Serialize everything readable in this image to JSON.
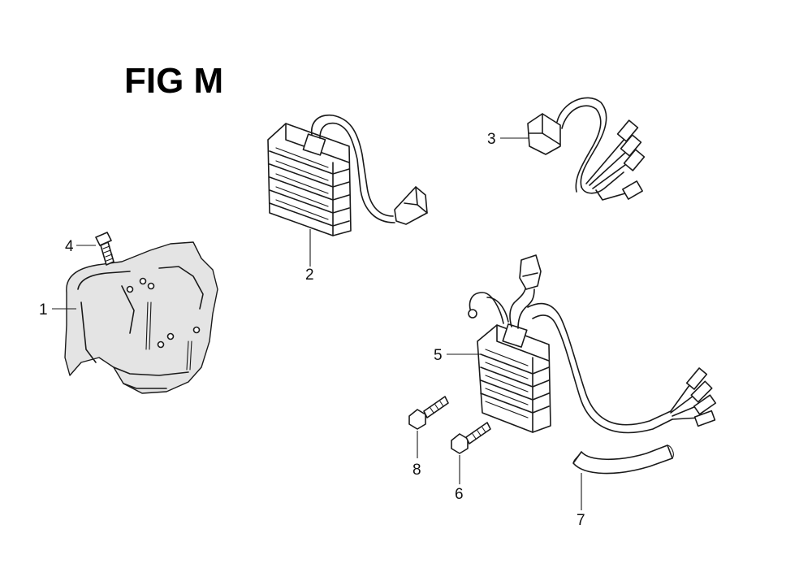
{
  "figure": {
    "title": "FIG M"
  },
  "callouts": [
    {
      "id": "1",
      "label": "1"
    },
    {
      "id": "2",
      "label": "2"
    },
    {
      "id": "3",
      "label": "3"
    },
    {
      "id": "4",
      "label": "4"
    },
    {
      "id": "5",
      "label": "5"
    },
    {
      "id": "6",
      "label": "6"
    },
    {
      "id": "7",
      "label": "7"
    },
    {
      "id": "8",
      "label": "8"
    }
  ]
}
